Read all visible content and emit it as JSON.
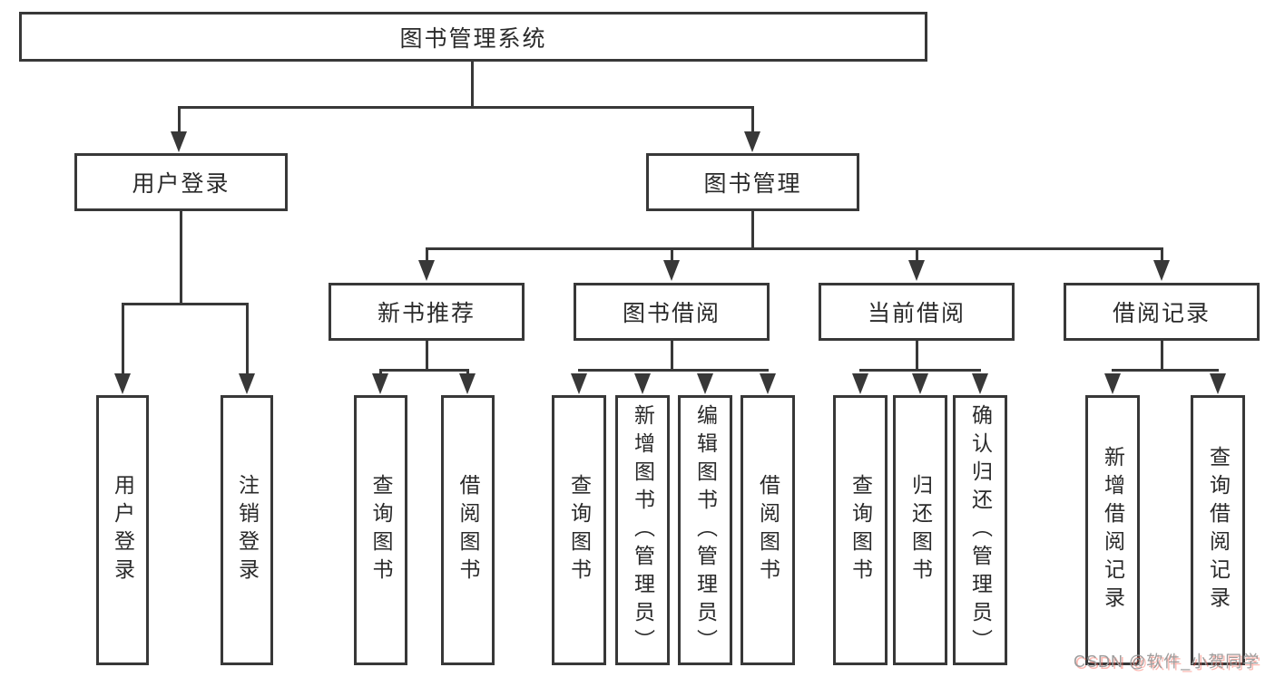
{
  "diagram": {
    "root": {
      "label": "图书管理系统"
    },
    "level2": [
      {
        "label": "用户登录",
        "children": [
          {
            "label": "用户登录"
          },
          {
            "label": "注销登录"
          }
        ]
      },
      {
        "label": "图书管理",
        "children": [
          {
            "label": "新书推荐",
            "children": [
              {
                "label": "查询图书"
              },
              {
                "label": "借阅图书"
              }
            ]
          },
          {
            "label": "图书借阅",
            "children": [
              {
                "label": "查询图书"
              },
              {
                "label": "新增图书（管理员）"
              },
              {
                "label": "编辑图书（管理员）"
              },
              {
                "label": "借阅图书"
              }
            ]
          },
          {
            "label": "当前借阅",
            "children": [
              {
                "label": "查询图书"
              },
              {
                "label": "归还图书"
              },
              {
                "label": "确认归还（管理员）"
              }
            ]
          },
          {
            "label": "借阅记录",
            "children": [
              {
                "label": "新增借阅记录"
              },
              {
                "label": "查询借阅记录"
              }
            ]
          }
        ]
      }
    ]
  },
  "watermark": {
    "text": "CSDN @软件_小贺同学"
  },
  "colors": {
    "background": "#ffffff",
    "line": "#383838",
    "box_border": "#383838",
    "text": "#2a2a2a",
    "watermark_text": "#9c9c9c",
    "watermark_shadow": "#fa5f50"
  }
}
